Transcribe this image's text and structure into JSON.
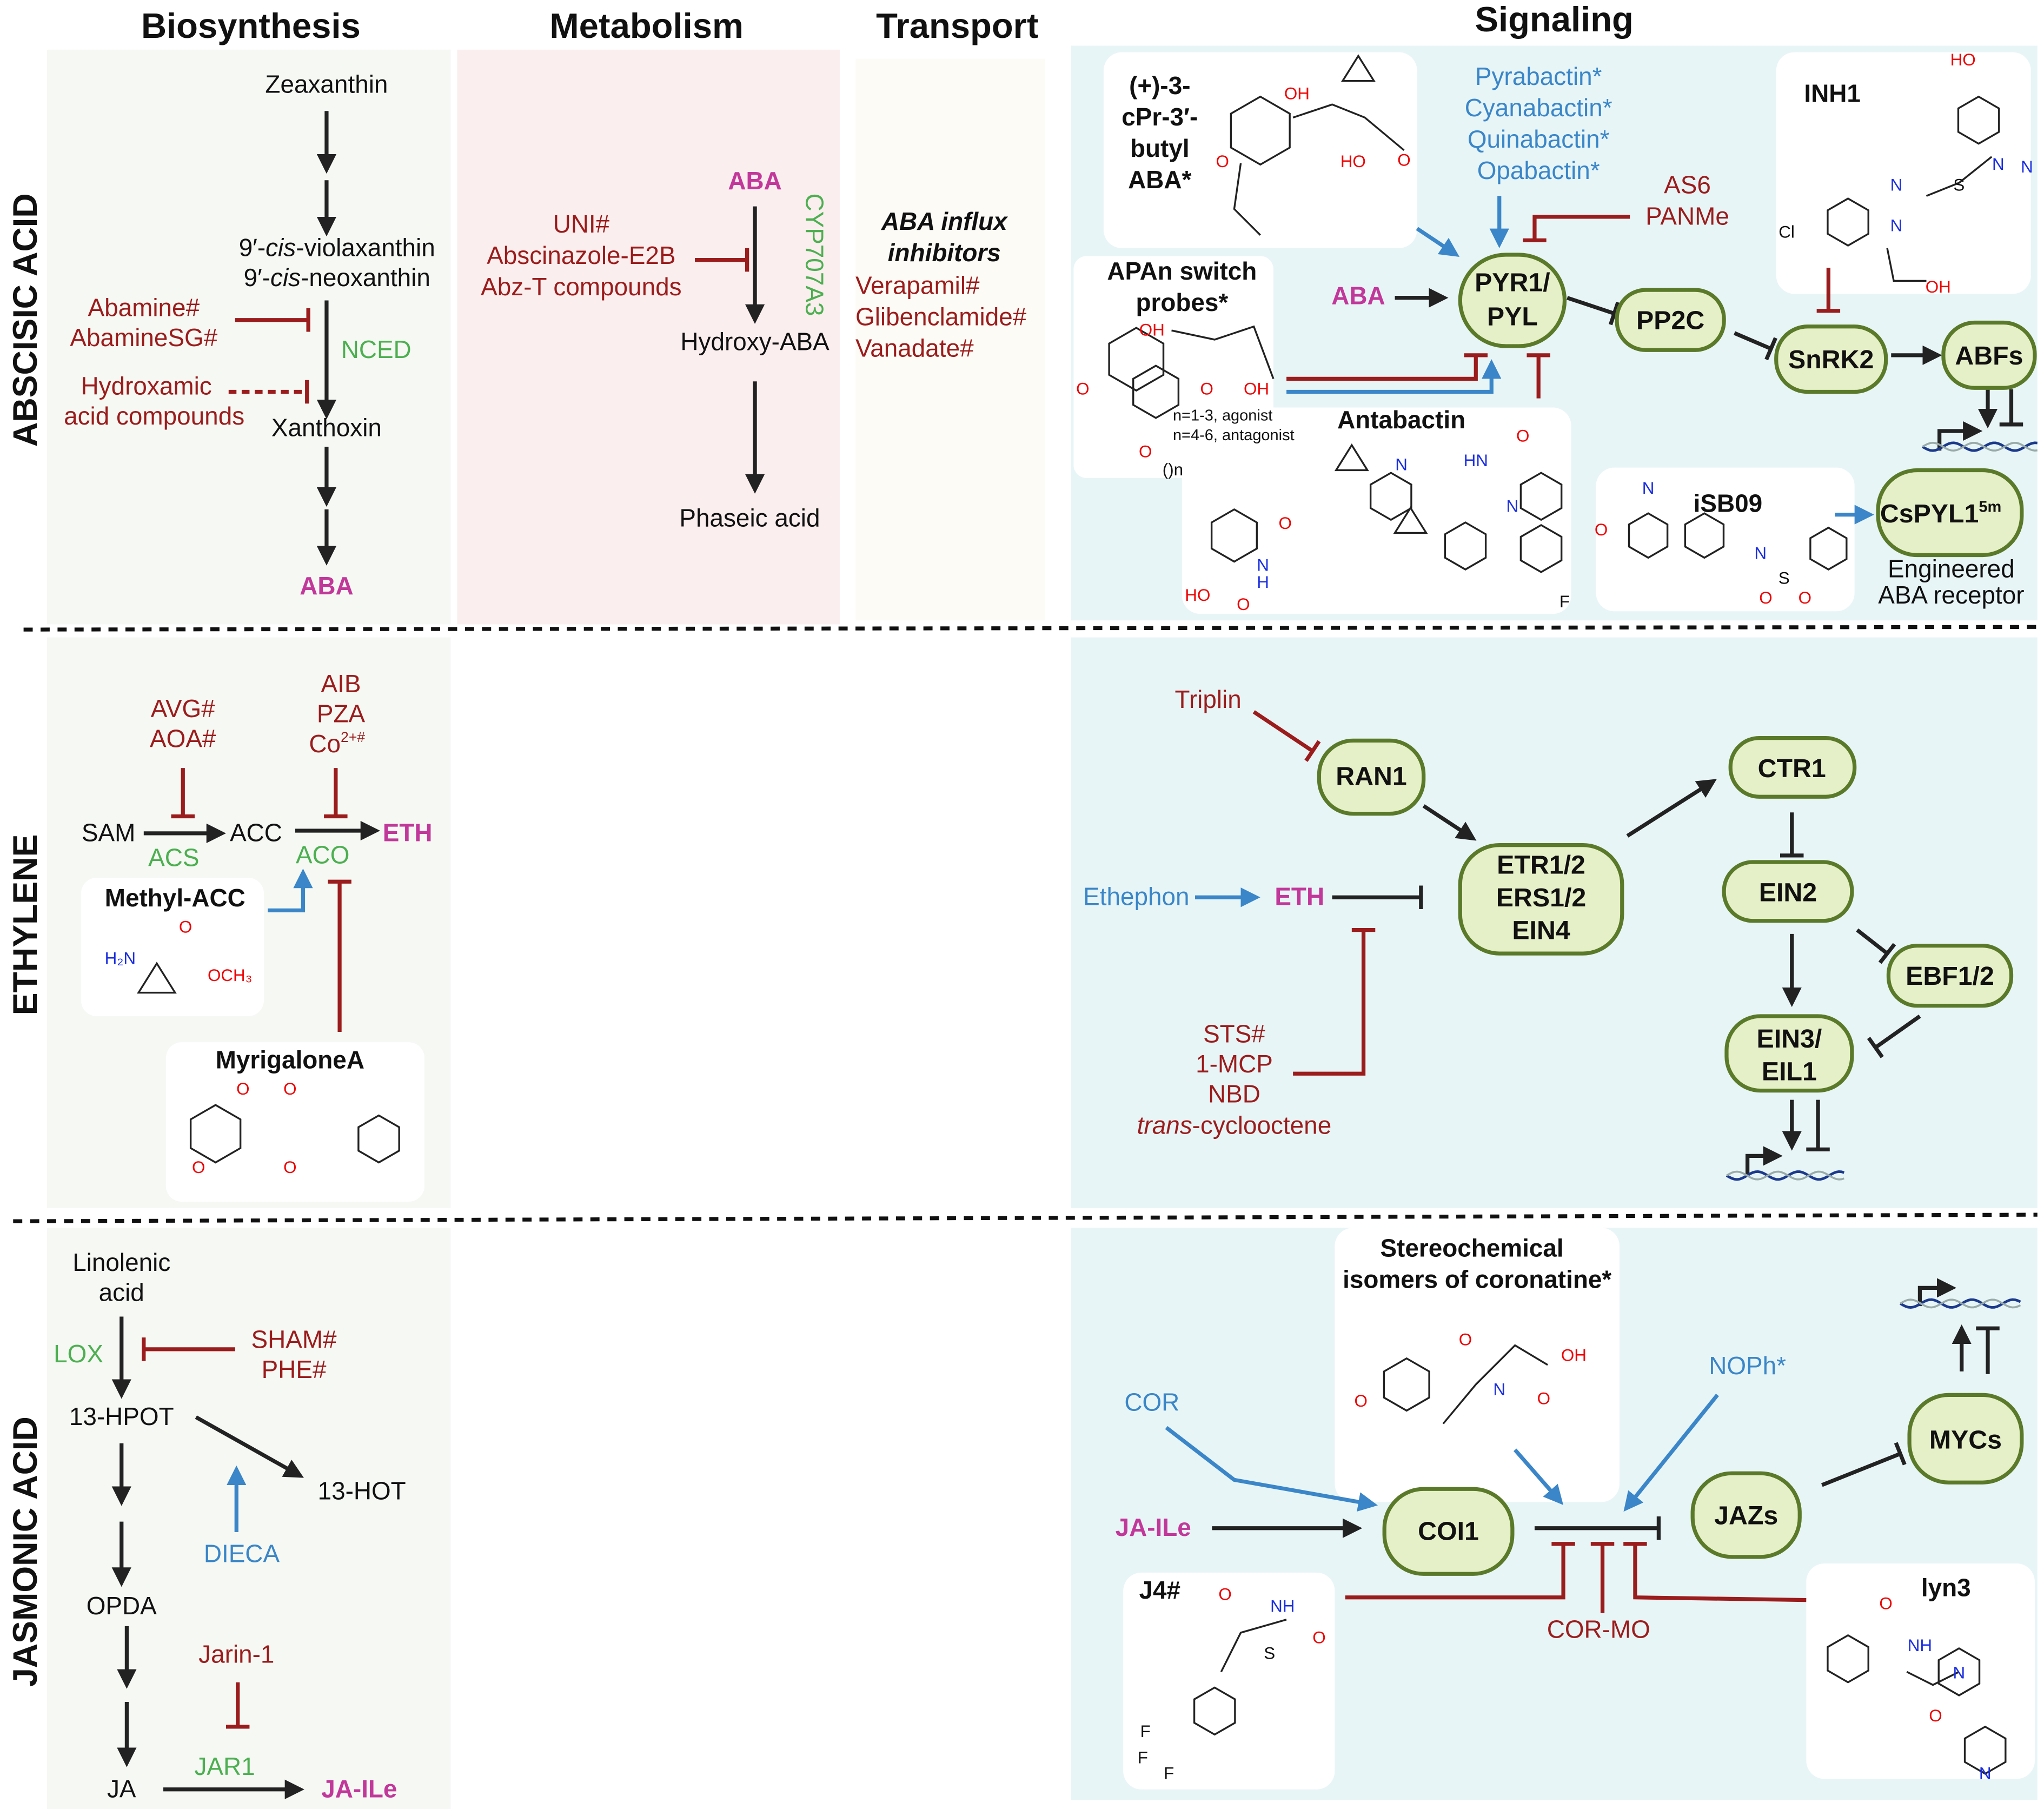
{
  "headers": {
    "biosynthesis": "Biosynthesis",
    "metabolism": "Metabolism",
    "transport": "Transport",
    "signaling": "Signaling"
  },
  "rows": {
    "aba": "ABSCISIC ACID",
    "ethylene": "ETHYLENE",
    "ja": "JASMONIC ACID"
  },
  "colors": {
    "inhibitor": "#9b1c1c",
    "agonist": "#3a86c8",
    "enzyme": "#4caf50",
    "hormone": "#c2389a",
    "node_fill": "#e6f0c8",
    "node_border": "#5a7a2a",
    "bio_bg": "#f5f8f3",
    "meta_bg": "#fbeeee",
    "transport_bg": "#fdfbf6",
    "signal_bg": "#e8f5f7"
  },
  "aba": {
    "bio": {
      "zeaxanthin": "Zeaxanthin",
      "vio_pre": "9′-",
      "cis": "cis",
      "vio_post": "-violaxanthin",
      "neo_post": "-neoxanthin",
      "nced": "NCED",
      "abamine": "Abamine#",
      "abaminesg": "AbamineSG#",
      "hydroxamic1": "Hydroxamic",
      "hydroxamic2": "acid compounds",
      "xanthoxin": "Xanthoxin",
      "aba": "ABA"
    },
    "meta": {
      "aba": "ABA",
      "cyp": "CYP707A3",
      "uni": "UNI#",
      "abscinazole": "Abscinazole-E2B",
      "abzt": "Abz-T compounds",
      "hydroxy": "Hydroxy-ABA",
      "phaseic": "Phaseic acid"
    },
    "transport": {
      "title1": "ABA influx",
      "title2": "inhibitors",
      "items": [
        "Verapamil#",
        "Glibenclamide#",
        "Vanadate#"
      ]
    },
    "signal": {
      "cpr": [
        "(+)-3-",
        "cPr-3′-",
        "butyl",
        "ABA*"
      ],
      "agonists": [
        "Pyrabactin*",
        "Cyanabactin*",
        "Quinabactin*",
        "Opabactin*"
      ],
      "as6": "AS6",
      "panme": "PANMe",
      "inh1": "INH1",
      "apan1": "APAn switch",
      "apan2": "probes*",
      "apan_n1": "n=1-3, agonist",
      "apan_n2": "n=4-6, antagonist",
      "aba": "ABA",
      "pyr1": "PYR1/",
      "pyr2": "PYL",
      "pp2c": "PP2C",
      "snrk2": "SnRK2",
      "abfs": "ABFs",
      "antabactin": "Antabactin",
      "isb09": "iSB09",
      "cspyl": "CsPYL1",
      "cspyl_sup": "5m",
      "engineered1": "Engineered",
      "engineered2": "ABA receptor"
    }
  },
  "ethylene": {
    "bio": {
      "aib": "AIB",
      "pza": "PZA",
      "co": "Co",
      "co_sup": "2+#",
      "avg": "AVG#",
      "aoa": "AOA#",
      "sam": "SAM",
      "acc": "ACC",
      "eth": "ETH",
      "acs": "ACS",
      "aco": "ACO",
      "methylacc": "Methyl-ACC",
      "myrigalone": "MyrigaloneA"
    },
    "signal": {
      "triplin": "Triplin",
      "ran1": "RAN1",
      "etr": [
        "ETR1/2",
        "ERS1/2",
        "EIN4"
      ],
      "ctr1": "CTR1",
      "ein2": "EIN2",
      "ebf": "EBF1/2",
      "ein3": [
        "EIN3/",
        "EIL1"
      ],
      "ethephon": "Ethephon",
      "eth": "ETH",
      "sts": "STS#",
      "mcp": "1-MCP",
      "nbd": "NBD",
      "trans": "trans",
      "cyclo": "-cyclooctene"
    }
  },
  "ja": {
    "bio": {
      "linolenic1": "Linolenic",
      "linolenic2": "acid",
      "lox": "LOX",
      "sham": "SHAM#",
      "phe": "PHE#",
      "hpot": "13-HPOT",
      "hot": "13-HOT",
      "dieca": "DIECA",
      "opda": "OPDA",
      "jarin": "Jarin-1",
      "ja": "JA",
      "jar1": "JAR1",
      "jaile": "JA-ILe"
    },
    "signal": {
      "stereo1": "Stereochemical",
      "stereo2": "isomers of coronatine*",
      "cor": "COR",
      "noph": "NOPh*",
      "jaile": "JA-ILe",
      "coi1": "COI1",
      "jazs": "JAZs",
      "mycs": "MYCs",
      "cormo": "COR-MO",
      "j4": "J4#",
      "lyn3": "lyn3"
    }
  },
  "atoms": {
    "O": "O",
    "OH": "OH",
    "HO": "HO",
    "N": "N",
    "NH": "NH",
    "HN": "HN",
    "H": "H",
    "S": "S",
    "Cl": "Cl",
    "F": "F",
    "H2N": "H₂N",
    "OCH3": "OCH₃",
    "n": "()n"
  }
}
